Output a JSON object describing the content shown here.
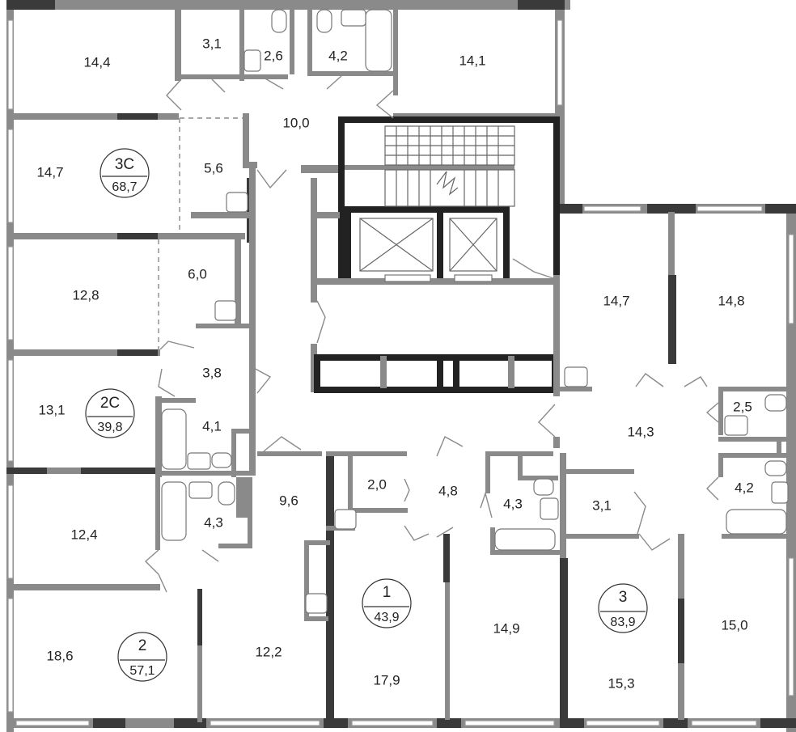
{
  "rooms": [
    {
      "id": "r-14-4a",
      "area": "14,4"
    },
    {
      "id": "r-3-1a",
      "area": "3,1"
    },
    {
      "id": "r-2-6",
      "area": "2,6"
    },
    {
      "id": "r-4-2a",
      "area": "4,2"
    },
    {
      "id": "r-14-1",
      "area": "14,1"
    },
    {
      "id": "r-10-0",
      "area": "10,0"
    },
    {
      "id": "r-14-7a",
      "area": "14,7"
    },
    {
      "id": "r-5-6",
      "area": "5,6"
    },
    {
      "id": "r-12-8",
      "area": "12,8"
    },
    {
      "id": "r-6-0",
      "area": "6,0"
    },
    {
      "id": "r-3-8",
      "area": "3,8"
    },
    {
      "id": "r-13-1",
      "area": "13,1"
    },
    {
      "id": "r-4-1",
      "area": "4,1"
    },
    {
      "id": "r-4-3a",
      "area": "4,3"
    },
    {
      "id": "r-12-4",
      "area": "12,4"
    },
    {
      "id": "r-9-6",
      "area": "9,6"
    },
    {
      "id": "r-18-6",
      "area": "18,6"
    },
    {
      "id": "r-12-2",
      "area": "12,2"
    },
    {
      "id": "r-2-0",
      "area": "2,0"
    },
    {
      "id": "r-4-8",
      "area": "4,8"
    },
    {
      "id": "r-4-3b",
      "area": "4,3"
    },
    {
      "id": "r-3-1b",
      "area": "3,1"
    },
    {
      "id": "r-17-9",
      "area": "17,9"
    },
    {
      "id": "r-14-9",
      "area": "14,9"
    },
    {
      "id": "r-15-3",
      "area": "15,3"
    },
    {
      "id": "r-15-0",
      "area": "15,0"
    },
    {
      "id": "r-14-7b",
      "area": "14,7"
    },
    {
      "id": "r-14-8",
      "area": "14,8"
    },
    {
      "id": "r-14-3",
      "area": "14,3"
    },
    {
      "id": "r-2-5",
      "area": "2,5"
    },
    {
      "id": "r-4-2b",
      "area": "4,2"
    }
  ],
  "apartments": [
    {
      "code": "3С",
      "area": "68,7"
    },
    {
      "code": "2С",
      "area": "39,8"
    },
    {
      "code": "2",
      "area": "57,1"
    },
    {
      "code": "1",
      "area": "43,9"
    },
    {
      "code": "3",
      "area": "83,9"
    }
  ]
}
